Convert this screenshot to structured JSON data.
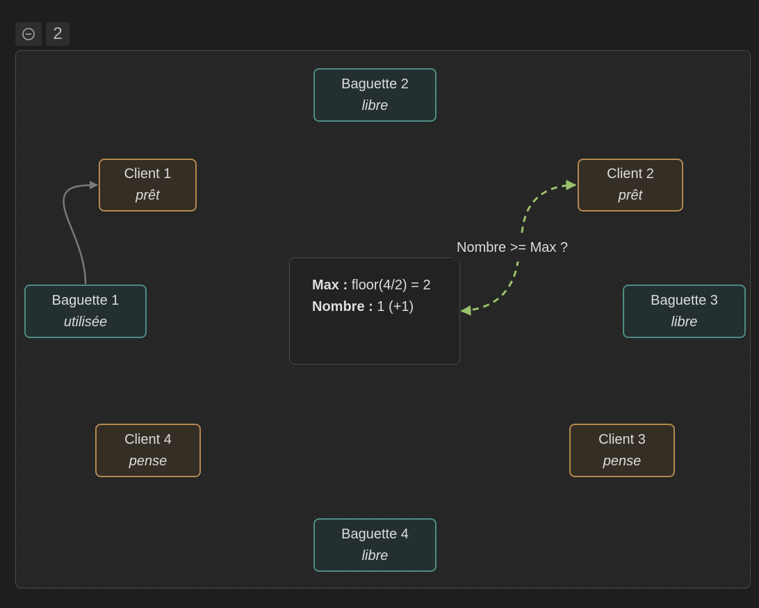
{
  "group": {
    "label": "2",
    "collapse_icon": "minus-circle-icon"
  },
  "center": {
    "max_label": "Max :",
    "max_value": "floor(4/2) = 2",
    "count_label": "Nombre :",
    "count_value": "1 (+1)"
  },
  "edge_label": "Nombre >= Max ?",
  "nodes": {
    "baguette2": {
      "name": "Baguette 2",
      "state": "libre"
    },
    "client1": {
      "name": "Client 1",
      "state": "prêt"
    },
    "client2": {
      "name": "Client 2",
      "state": "prêt"
    },
    "baguette1": {
      "name": "Baguette 1",
      "state": "utilisée"
    },
    "baguette3": {
      "name": "Baguette 3",
      "state": "libre"
    },
    "client4": {
      "name": "Client 4",
      "state": "pense"
    },
    "client3": {
      "name": "Client 3",
      "state": "pense"
    },
    "baguette4": {
      "name": "Baguette 4",
      "state": "libre"
    }
  },
  "colors": {
    "stick_border": "#4d8c82",
    "client_border": "#b48a4f",
    "dashed_edge": "#9bc16b",
    "solid_edge": "#7a7a7a"
  }
}
